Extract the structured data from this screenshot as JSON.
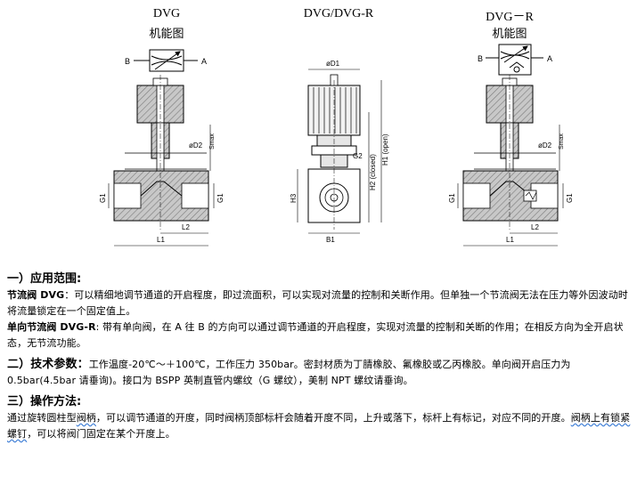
{
  "figures": [
    {
      "title": "DVG",
      "subtitle": "机能图"
    },
    {
      "title": "DVG/DVG-R",
      "subtitle": ""
    },
    {
      "title": "DVG－R",
      "subtitle": "机能图"
    }
  ],
  "labels": {
    "B": "B",
    "A": "A",
    "D1": "øD1",
    "D2": "øD2",
    "G1": "G1",
    "G2": "G2",
    "L1": "L1",
    "L2": "L2",
    "H1": "H1 (open)",
    "H2": "H2 (closed)",
    "H3": "H3",
    "B1": "B1",
    "Smax": "Smax"
  },
  "section1": {
    "heading": "一）应用范围:",
    "p1_label": "节流阀 DVG",
    "p1_text": "：可以精细地调节通道的开启程度，即过流面积，可以实现对流量的控制和关断作用。但单独一个节流阀无法在压力等外因波动时将流量锁定在一个固定值上。",
    "p2_label": "单向节流阀 DVG-R",
    "p2_text": ": 带有单向阀，在 A 往 B 的方向可以通过调节通道的开启程度，实现对流量的控制和关断的作用；在相反方向为全开启状态，无节流功能。"
  },
  "section2": {
    "heading": "二）技术参数：",
    "text": "工作温度-20℃～＋100℃，工作压力 350bar。密封材质为丁腈橡胶、氟橡胶或乙丙橡胶。单向阀开启压力为 0.5bar(4.5bar 请垂询)。接口为 BSPP 英制直管内螺纹（G 螺纹），美制 NPT 螺纹请垂询。"
  },
  "section3": {
    "heading": "三）操作方法:",
    "text_a": "通过旋转圆柱型",
    "text_wavy1": "阀柄",
    "text_b": "，可以调节通道的开度，同时阀柄顶部标杆会随着开度不同，上升或落下，标杆上有标记，对应不同的开度。",
    "text_wavy2": "阀柄上有锁紧螺钉",
    "text_c": "，可以将阀门固定在某个开度上。"
  }
}
